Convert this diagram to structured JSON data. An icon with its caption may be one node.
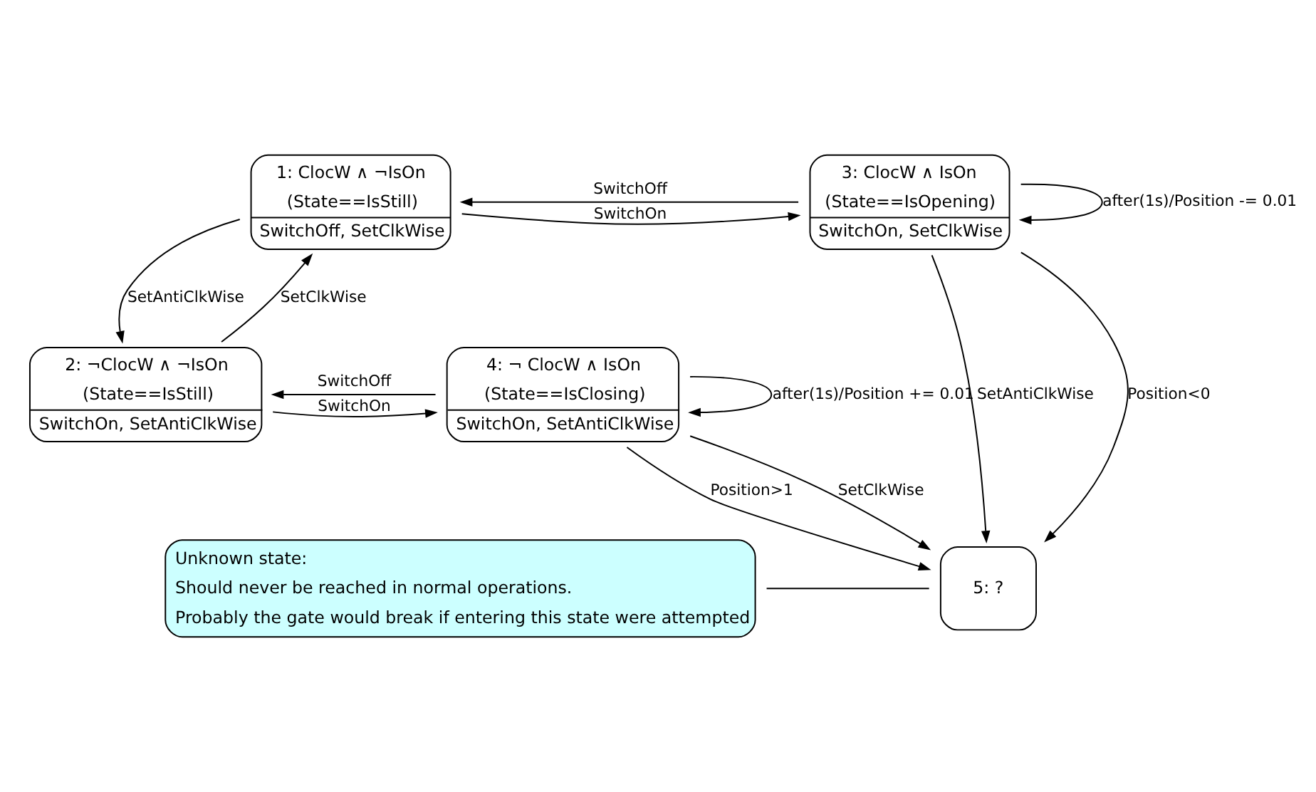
{
  "diagram": {
    "nodes": [
      {
        "text": [
          "1: ClocW ∧ ¬IsOn",
          "(State==IsStill)",
          "SwitchOff, SetClkWise"
        ]
      },
      {
        "text": [
          "3: ClocW ∧ IsOn",
          "(State==IsOpening)",
          "SwitchOn, SetClkWise"
        ]
      },
      {
        "text": [
          "5: ?"
        ]
      },
      {
        "text": [
          "Unknown state:",
          "Should never be reached in normal operations.",
          "Probably the gate would break if entering this state were attempted"
        ]
      },
      {
        "text": [
          "2: ¬ClocW ∧ ¬IsOn",
          "(State==IsStill)",
          "SwitchOn, SetAntiClkWise"
        ]
      },
      {
        "text": [
          "4: ¬ ClocW ∧ IsOn",
          "(State==IsClosing)",
          "SwitchOn, SetAntiClkWise"
        ]
      }
    ],
    "edges": [
      {
        "from": 0,
        "to": 1,
        "arrow": "to",
        "label": "SwitchOn"
      },
      {
        "from": 1,
        "to": 0,
        "arrow": "to",
        "label": "SwitchOff"
      },
      {
        "from": 1,
        "to": 1,
        "arrow": "to",
        "label": "after(1s)/Position -= 0.01"
      },
      {
        "from": 1,
        "to": 2,
        "arrow": "to",
        "label": "SetAntiClkWise"
      },
      {
        "from": 1,
        "to": 2,
        "arrow": "to",
        "label": "Position<0"
      },
      {
        "from": 4,
        "to": 0,
        "arrow": "to",
        "label": "SetClkWise"
      },
      {
        "from": 0,
        "to": 4,
        "arrow": "to",
        "label": "SetAntiClkWise"
      },
      {
        "from": 4,
        "to": 5,
        "arrow": "to",
        "label": "SwitchOn"
      },
      {
        "from": 5,
        "to": 4,
        "arrow": "to",
        "label": "SwitchOff"
      },
      {
        "from": 5,
        "to": 5,
        "arrow": "to",
        "label": "after(1s)/Position += 0.01"
      },
      {
        "from": 5,
        "to": 2,
        "arrow": "to",
        "label": "Position>1"
      },
      {
        "from": 5,
        "to": 2,
        "arrow": "to",
        "label": "SetClkWise"
      },
      {
        "from": 3,
        "to": 2,
        "arrow": "none"
      }
    ]
  }
}
